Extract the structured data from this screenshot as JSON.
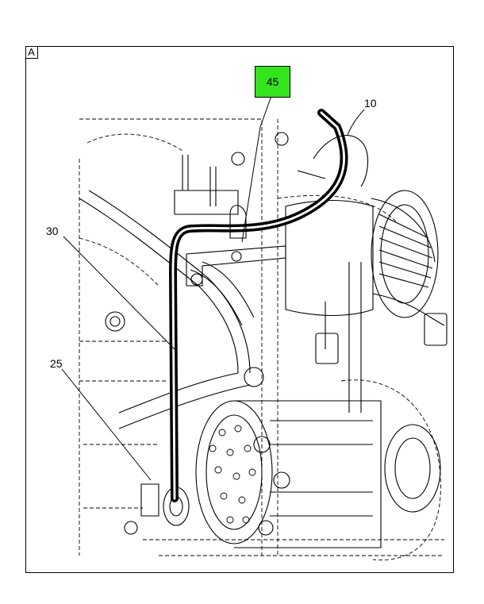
{
  "view": {
    "tag": "A"
  },
  "callouts": [
    {
      "id": "45",
      "highlighted": true,
      "color": "#34e51c"
    },
    {
      "id": "10"
    },
    {
      "id": "30"
    },
    {
      "id": "25"
    }
  ],
  "colors": {
    "line": "#000000",
    "background": "#ffffff",
    "highlight": "#34e51c"
  }
}
